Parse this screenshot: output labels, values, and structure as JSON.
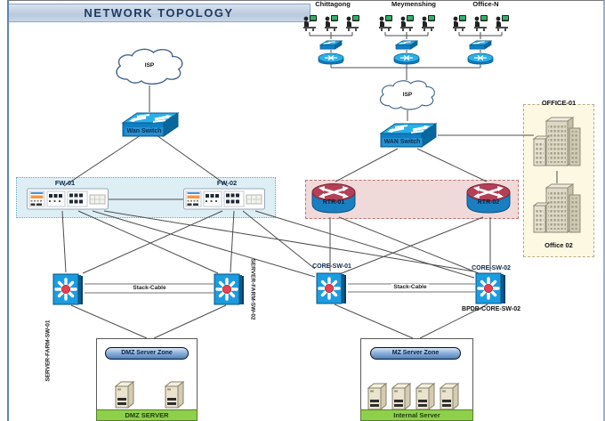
{
  "title": "NETWORK TOPOLOGY",
  "sites": [
    {
      "name": "Chittagong"
    },
    {
      "name": "Meymenshing"
    },
    {
      "name": "Office-N"
    }
  ],
  "isp": {
    "left": "ISP",
    "right": "ISP"
  },
  "wan": {
    "left": "Wan Switch",
    "right": "WAN Switch"
  },
  "firewall_zone": {
    "fw1": "FW-01",
    "fw2": "FW-02"
  },
  "router_zone": {
    "rtr1": "RTR-01",
    "rtr2": "RTR-02"
  },
  "core": {
    "sw1": "CORE-SW-01",
    "sw2": "CORE-SW-02",
    "bpdb": "BPDB-CORE-SW-02",
    "stack": "Stack-Cable"
  },
  "farm": {
    "sw1": "SERVER-FARM-SW-01",
    "sw2": "SERVER-FARM-SW-02",
    "stack": "Stack-Cable"
  },
  "office": {
    "zone": "OFFICE-01",
    "label": "Office 02"
  },
  "dmz": {
    "pill": "DMZ Server Zone",
    "bar": "DMZ SERVER"
  },
  "mz": {
    "pill": "MZ Server Zone",
    "bar": "Internal Server"
  },
  "colors": {
    "switch_blue": "#2ab0ea",
    "switch_front": "#0f7ec4",
    "router_red": "#b34056",
    "core_red_dot": "#e8404f",
    "zone_firewall_bg": "#ddeef5",
    "zone_router_bg": "#f0dad9",
    "zone_office_bg": "#fdf8e2",
    "server_green_bar": "#8ed04a",
    "title_text": "#1f3b63"
  },
  "icons": {
    "cloud": "isp-cloud",
    "workstation": "person-at-computer",
    "site_switch": "flat-3d-switch",
    "site_router": "disc-router",
    "wan_switch": "3d-switch-arrows",
    "firewall": "rack-firewall-appliance",
    "router": "cylinder-router-x",
    "core_switch": "starburst-switch",
    "server": "tower-server",
    "building": "office-building"
  }
}
